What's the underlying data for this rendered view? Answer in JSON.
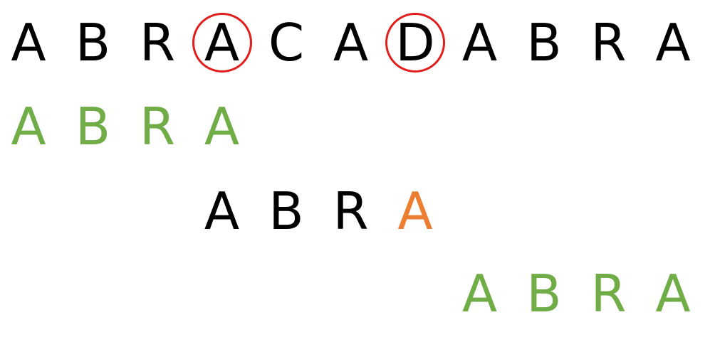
{
  "colors": {
    "text": "#000000",
    "match": "#70ad47",
    "mismatch": "#ed7d31",
    "circle": "#e31c1c"
  },
  "text_row": [
    "A",
    "B",
    "R",
    "A",
    "C",
    "A",
    "D",
    "A",
    "B",
    "R",
    "A"
  ],
  "circled_indices": [
    3,
    6
  ],
  "pattern_rows": [
    {
      "offset": 0,
      "letters": [
        "A",
        "B",
        "R",
        "A"
      ],
      "colors": [
        "match",
        "match",
        "match",
        "match"
      ]
    },
    {
      "offset": 3,
      "letters": [
        "A",
        "B",
        "R",
        "A"
      ],
      "colors": [
        "text",
        "text",
        "text",
        "mismatch"
      ]
    },
    {
      "offset": 7,
      "letters": [
        "A",
        "B",
        "R",
        "A"
      ],
      "colors": [
        "match",
        "match",
        "match",
        "match"
      ]
    }
  ]
}
